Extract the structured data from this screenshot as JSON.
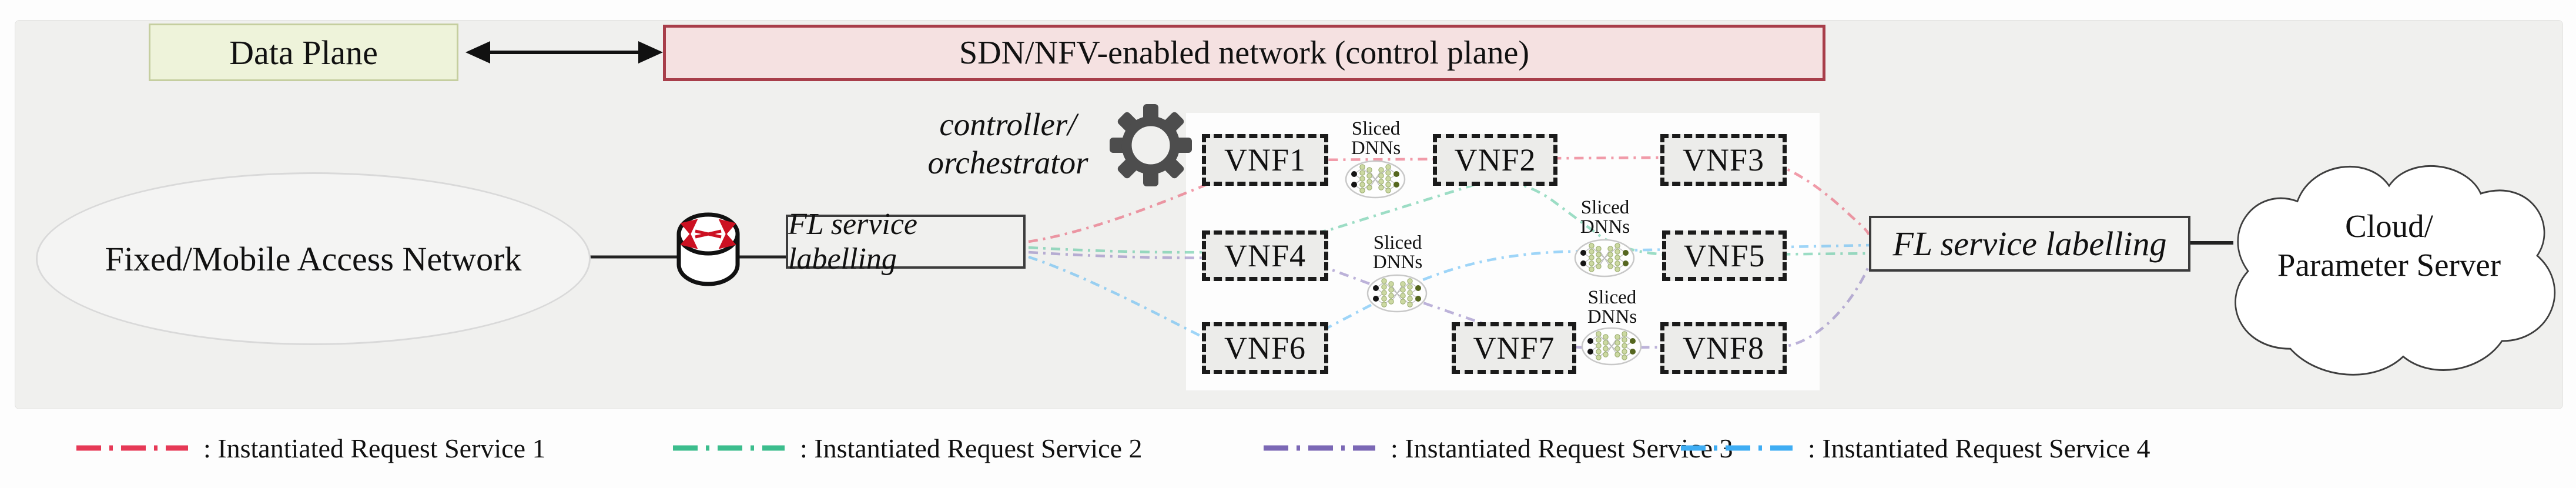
{
  "header": {
    "data_plane": "Data Plane",
    "sdn": "SDN/NFV-enabled network (control plane)"
  },
  "controller": {
    "line1": "controller/",
    "line2": "orchestrator"
  },
  "access_network": {
    "label": "Fixed/Mobile Access Network"
  },
  "fl_left": {
    "label": "FL service labelling"
  },
  "fl_right": {
    "label": "FL service labelling"
  },
  "cloud": {
    "line1": "Cloud/",
    "line2": "Parameter Server"
  },
  "vnfs": [
    "VNF1",
    "VNF2",
    "VNF3",
    "VNF4",
    "VNF5",
    "VNF6",
    "VNF7",
    "VNF8"
  ],
  "dnn_badges": [
    {
      "line1": "Sliced",
      "line2": "DNNs"
    },
    {
      "line1": "Sliced",
      "line2": "DNNs"
    },
    {
      "line1": "Sliced",
      "line2": "DNNs"
    },
    {
      "line1": "Sliced",
      "line2": "DNNs"
    }
  ],
  "services": [
    {
      "name": "Instantiated Request Service 1",
      "color": "#e63956"
    },
    {
      "name": "Instantiated Request Service 2",
      "color": "#3cbd8d"
    },
    {
      "name": "Instantiated Request Service 3",
      "color": "#7b68b5"
    },
    {
      "name": "Instantiated Request Service 4",
      "color": "#3fadf3"
    }
  ],
  "legend": {
    "items": [
      {
        "label": ": Instantiated Request Service 1"
      },
      {
        "label": ": Instantiated Request Service 2"
      },
      {
        "label": ": Instantiated Request Service 3"
      },
      {
        "label": ": Instantiated Request Service 4"
      }
    ]
  }
}
